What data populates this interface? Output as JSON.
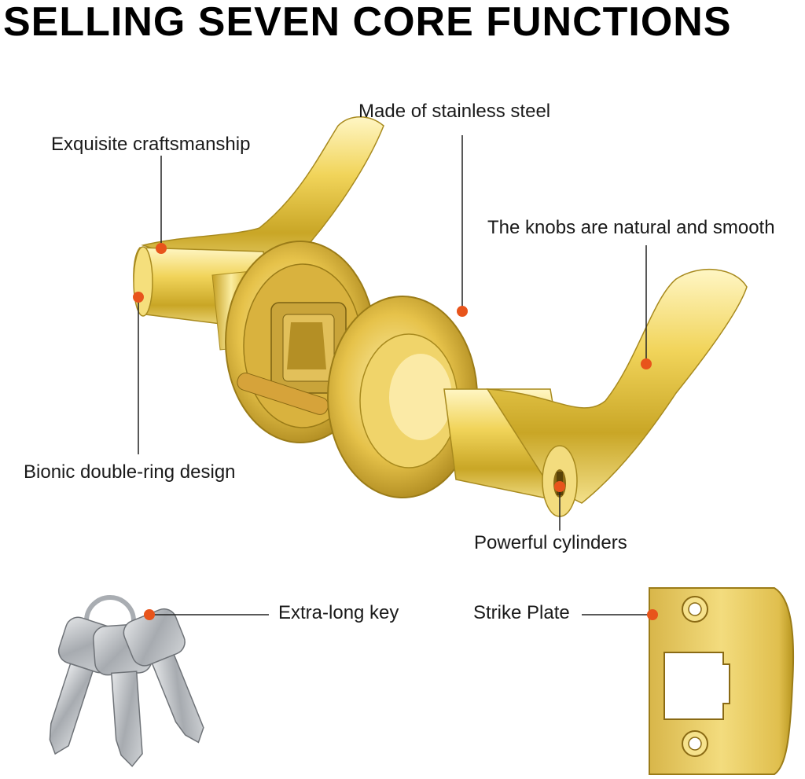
{
  "headline": "SELLING SEVEN CORE FUNCTIONS",
  "callouts": {
    "craftsmanship": "Exquisite craftsmanship",
    "stainless": "Made of stainless steel",
    "knobs": "The knobs are natural and smooth",
    "bionic": "Bionic double-ring design",
    "cylinders": "Powerful cylinders",
    "key": "Extra-long key",
    "strike": "Strike Plate"
  },
  "colors": {
    "marker": "#e8541b",
    "brass": "#e8c84a",
    "brass_dark": "#a88a1e",
    "steel": "#b9bcc0",
    "leader": "#222222"
  }
}
